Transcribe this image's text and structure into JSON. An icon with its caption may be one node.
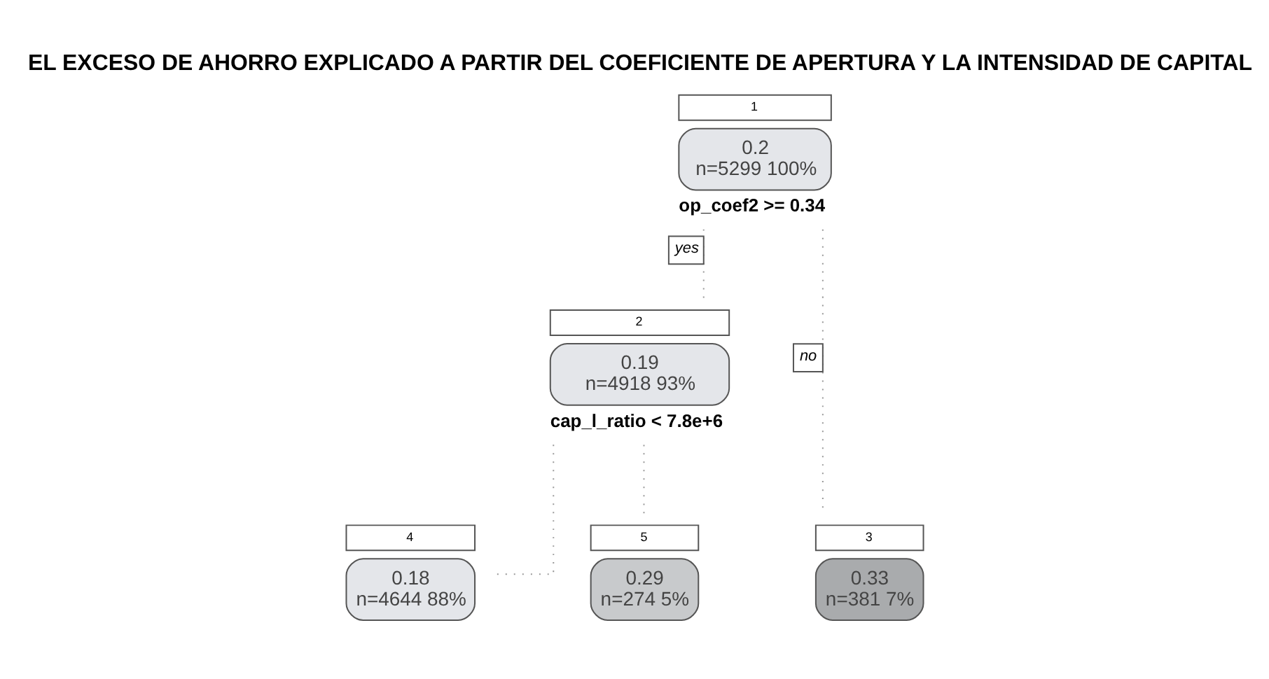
{
  "diagram": {
    "title": "EL EXCESO DE AHORRO EXPLICADO A PARTIR DEL COEFICIENTE DE APERTURA Y LA INTENSIDAD DE CAPITAL",
    "nodes": [
      {
        "text": [
          "0.2",
          "n=5299 100%"
        ],
        "beside": [
          "1",
          "op_coef2 >= 0.34"
        ]
      },
      {
        "text": [
          "0.19",
          "n=4918 93%"
        ],
        "beside": [
          "2",
          "cap_l_ratio < 7.8e+6"
        ]
      },
      {
        "text": [
          "0.18",
          "n=4644 88%"
        ],
        "beside": [
          "4"
        ]
      },
      {
        "text": [
          "0.29",
          "n=274 5%"
        ],
        "beside": [
          "5"
        ]
      },
      {
        "text": [
          "0.33",
          "n=381 7%"
        ],
        "beside": [
          "3"
        ]
      }
    ],
    "edges": [
      {
        "from": 0,
        "to": 1,
        "arrow": "none",
        "label": "yes",
        "style": "dashed"
      },
      {
        "from": 0,
        "to": 4,
        "arrow": "none",
        "label": "no",
        "style": "dashed"
      },
      {
        "from": 1,
        "to": 2,
        "arrow": "none",
        "style": "dashed"
      },
      {
        "from": 1,
        "to": 3,
        "arrow": "none",
        "style": "dashed"
      }
    ]
  }
}
